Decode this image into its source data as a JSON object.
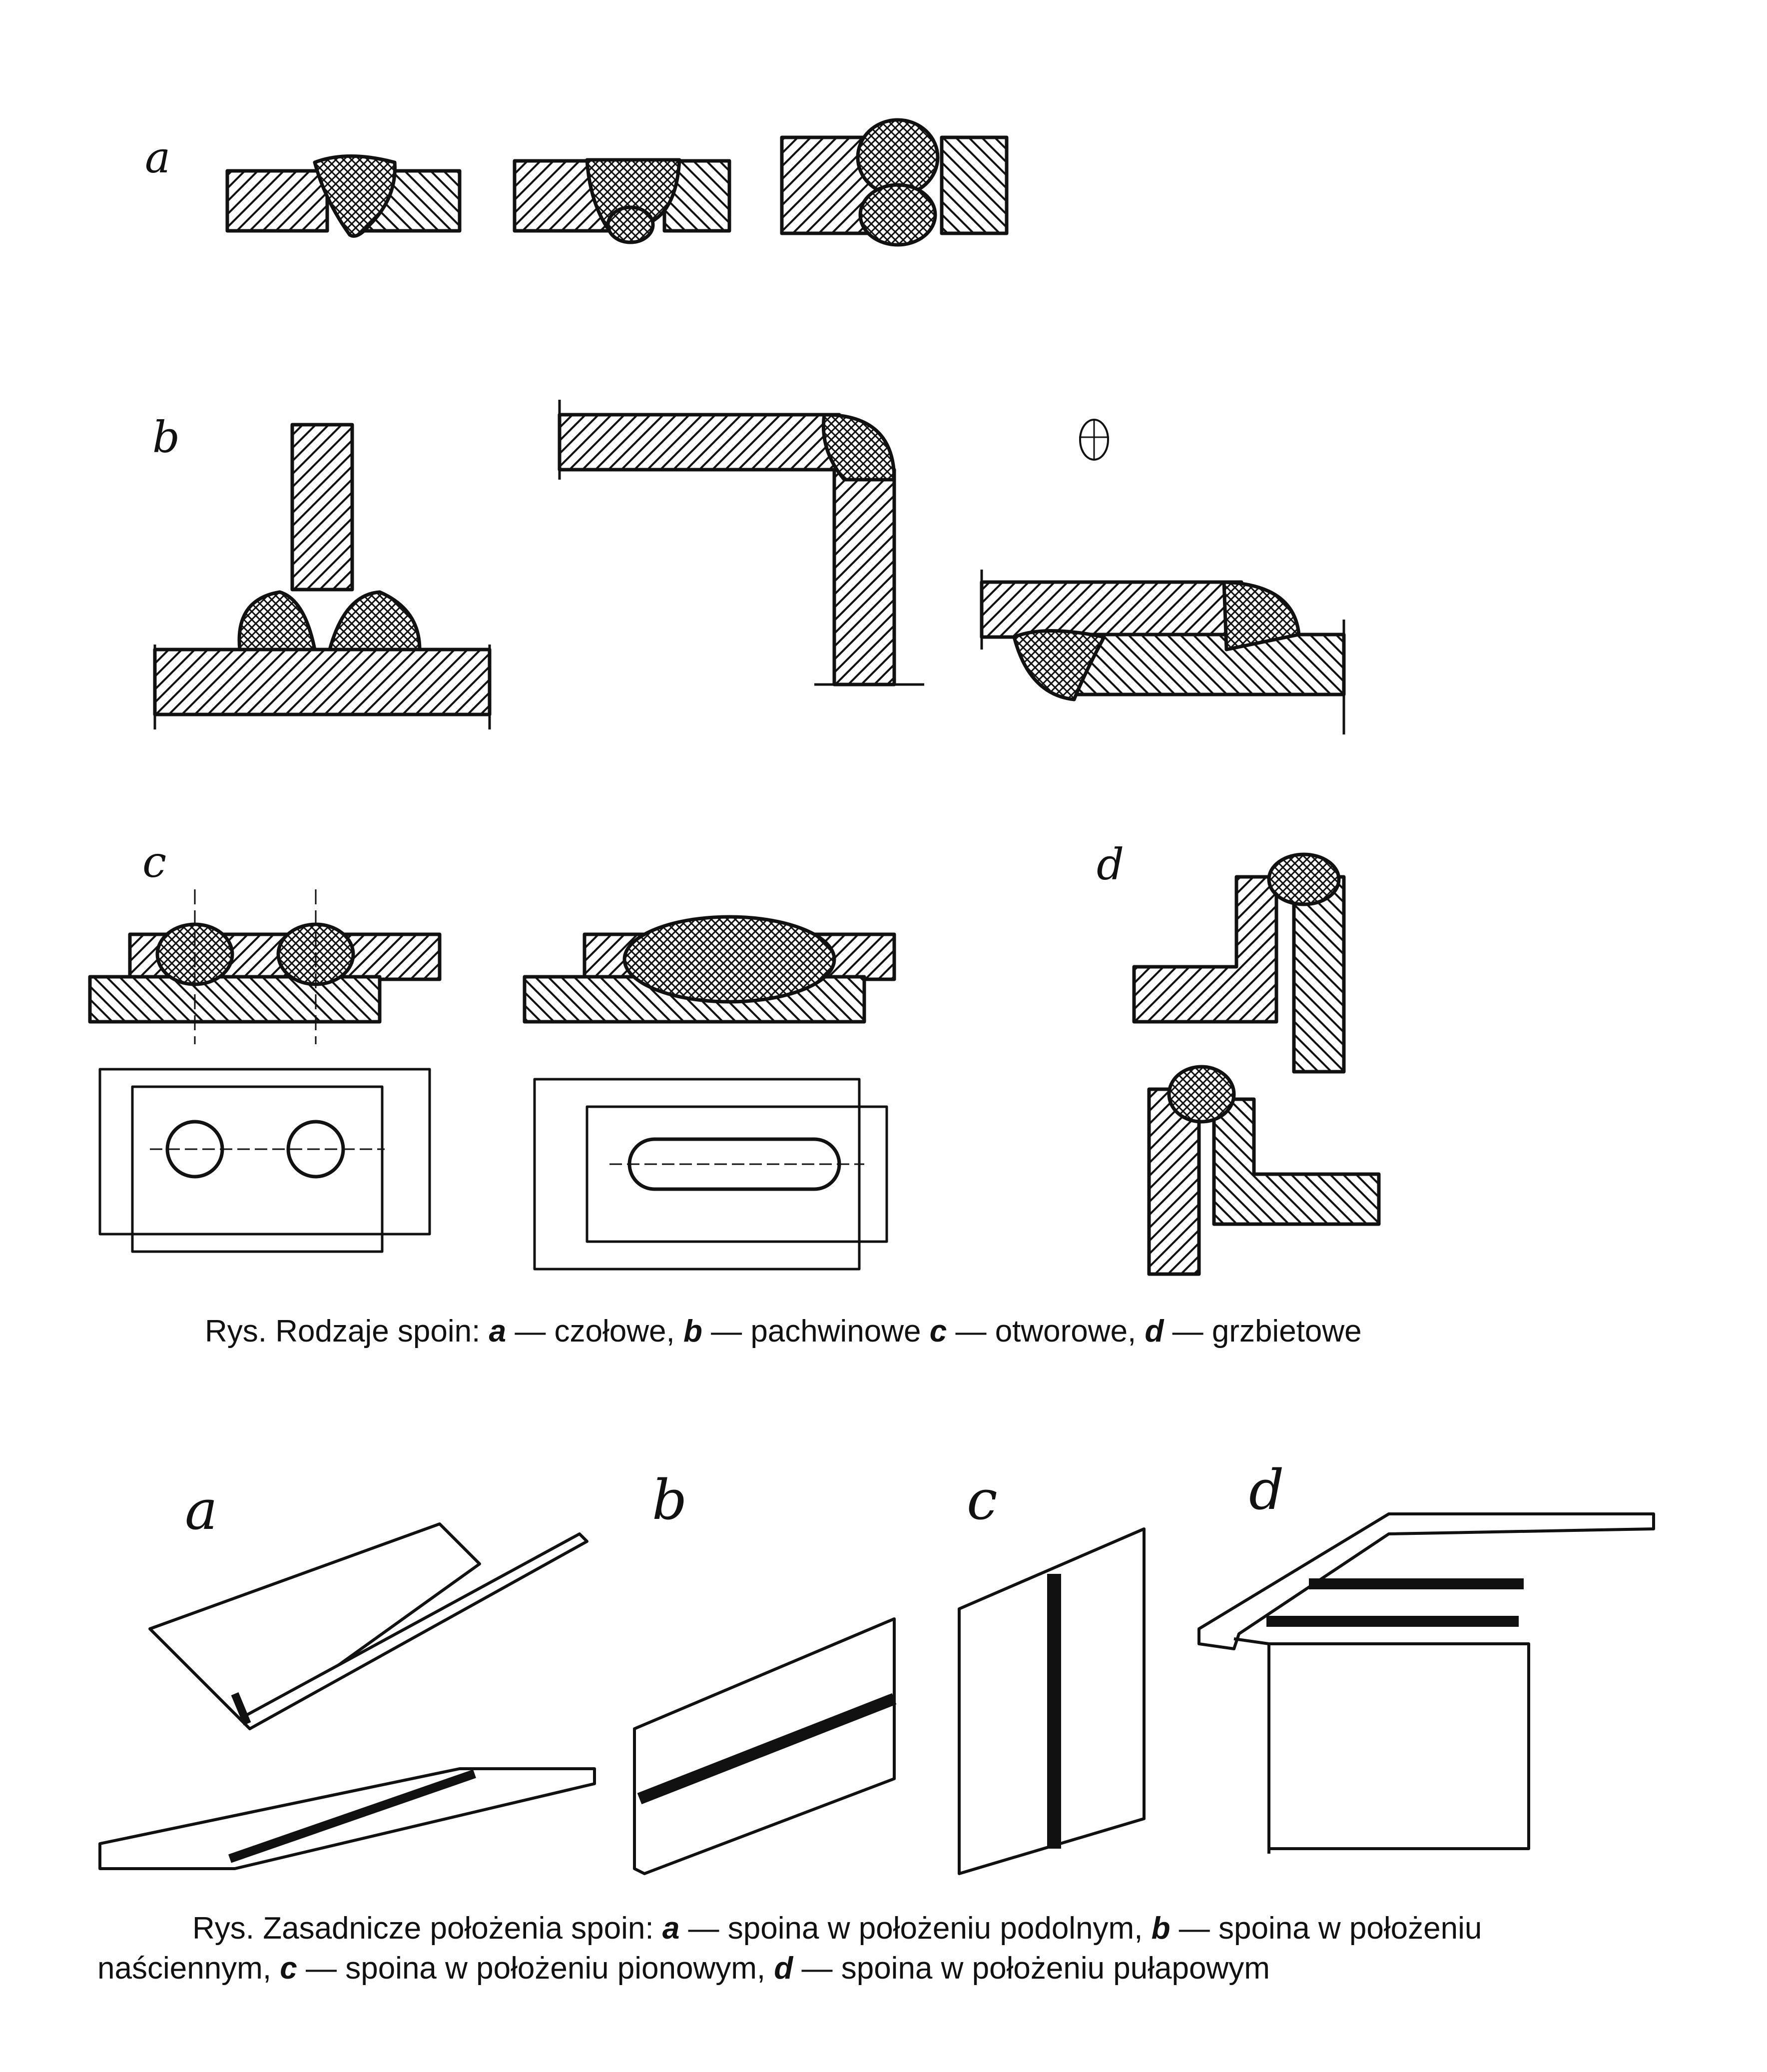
{
  "figure1": {
    "panel_labels": [
      "a",
      "b",
      "c",
      "d"
    ],
    "caption": [
      {
        "t": "Rys. Rodzaje spoin: ",
        "i": false
      },
      {
        "t": "a",
        "i": true
      },
      {
        "t": " — czołowe, ",
        "i": false
      },
      {
        "t": "b",
        "i": true
      },
      {
        "t": " — pachwinowe ",
        "i": false
      },
      {
        "t": "c",
        "i": true
      },
      {
        "t": " — otworowe, ",
        "i": false
      },
      {
        "t": "d",
        "i": true
      },
      {
        "t": " — grzbietowe",
        "i": false
      }
    ]
  },
  "figure2": {
    "panel_labels": [
      "a",
      "b",
      "c",
      "d"
    ],
    "caption_line1": [
      {
        "t": "Rys. Zasadnicze położenia spoin: ",
        "i": false
      },
      {
        "t": "a",
        "i": true
      },
      {
        "t": " — spoina w położeniu podolnym, ",
        "i": false
      },
      {
        "t": "b",
        "i": true
      },
      {
        "t": " — spoina w położeniu",
        "i": false
      }
    ],
    "caption_line2": [
      {
        "t": "naściennym, ",
        "i": false
      },
      {
        "t": "c",
        "i": true
      },
      {
        "t": " — spoina w położeniu pionowym, ",
        "i": false
      },
      {
        "t": "d",
        "i": true
      },
      {
        "t": " — spoina w położeniu pułapowym",
        "i": false
      }
    ]
  },
  "colors": {
    "ink": "#111111",
    "paper": "#ffffff"
  }
}
